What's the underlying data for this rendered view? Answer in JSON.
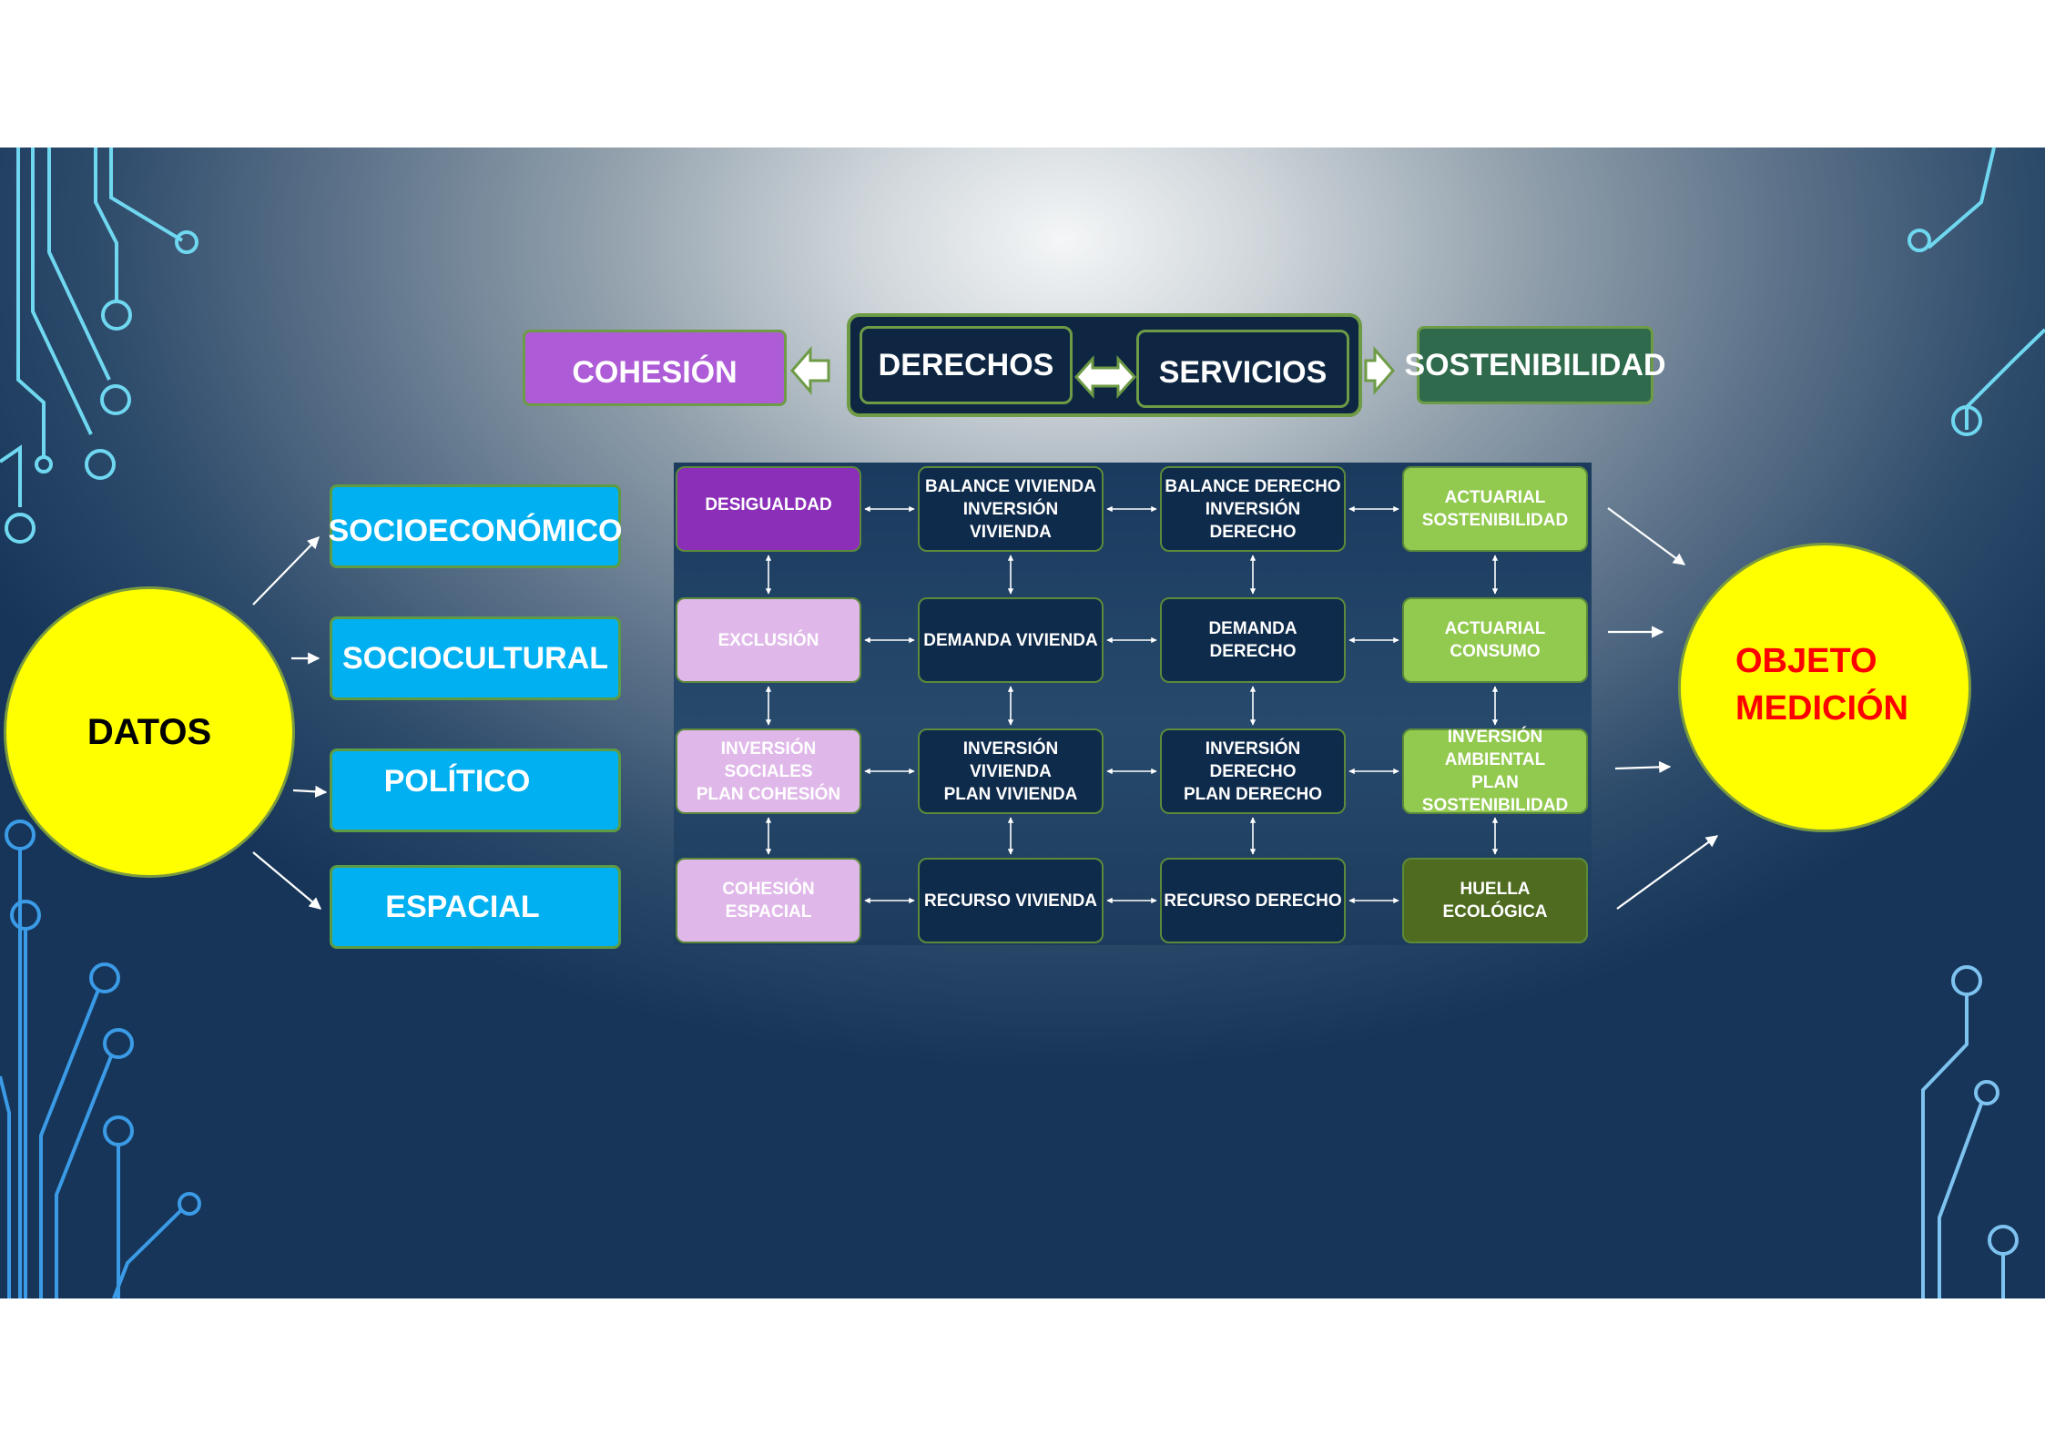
{
  "top": {
    "cohesion": "COHESIÓN",
    "derechos": "DERECHOS",
    "servicios": "SERVICIOS",
    "sostenibilidad": "SOSTENIBILIDAD"
  },
  "datos": "DATOS",
  "categories": [
    "SOCIOECONÓMICO",
    "SOCIOCULTURAL",
    "POLÍTICO",
    "ESPACIAL"
  ],
  "matrix": [
    [
      "DESIGUALDAD",
      "BALANCE VIVIENDA\nINVERSIÓN VIVIENDA",
      "BALANCE DERECHO\nINVERSIÓN DERECHO",
      "ACTUARIAL\nSOSTENIBILIDAD"
    ],
    [
      "EXCLUSIÓN",
      "DEMANDA VIVIENDA",
      "DEMANDA DERECHO",
      "ACTUARIAL\nCONSUMO"
    ],
    [
      "INVERSIÓN SOCIALES\nPLAN COHESIÓN",
      "INVERSIÓN VIVIENDA\nPLAN VIVIENDA",
      "INVERSIÓN DERECHO\nPLAN DERECHO",
      "INVERSIÓN AMBIENTAL\nPLAN SOSTENIBILIDAD"
    ],
    [
      "COHESIÓN ESPACIAL",
      "RECURSO VIVIENDA",
      "RECURSO DERECHO",
      "HUELLA ECOLÓGICA"
    ]
  ],
  "objeto": {
    "line1": "OBJETO",
    "line2": "MEDICIÓN"
  },
  "colors": {
    "cohesion": "#ad5bd6",
    "dark": "#0e2642",
    "sostenibilidad": "#2f6a4c",
    "category": "#00b0f0",
    "circle": "#ffff00",
    "objeto_text": "#ff0000",
    "desigualdad": "#8b2fb8",
    "light_purple": "#dfb8e9",
    "dark_cell": "#0f2b4b",
    "light_green": "#92c94f",
    "dark_green": "#4e6b1f"
  }
}
